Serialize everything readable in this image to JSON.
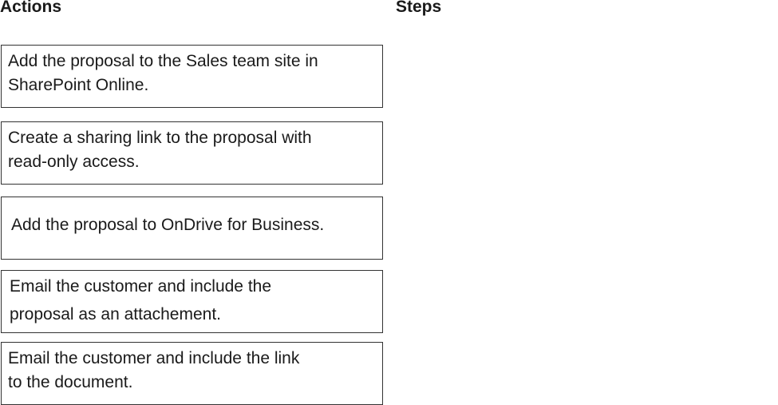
{
  "headings": {
    "actions": "Actions",
    "steps": "Steps"
  },
  "actions": [
    {
      "label": "Add the proposal to the Sales team site in\nSharePoint Online."
    },
    {
      "label": "Create a sharing link to the proposal with\nread-only access."
    },
    {
      "label": "Add the proposal to OnDrive for Business."
    },
    {
      "label": "Email the customer and include the\nproposal as an attachement."
    },
    {
      "label": "Email the customer and include the link\nto the document."
    }
  ]
}
